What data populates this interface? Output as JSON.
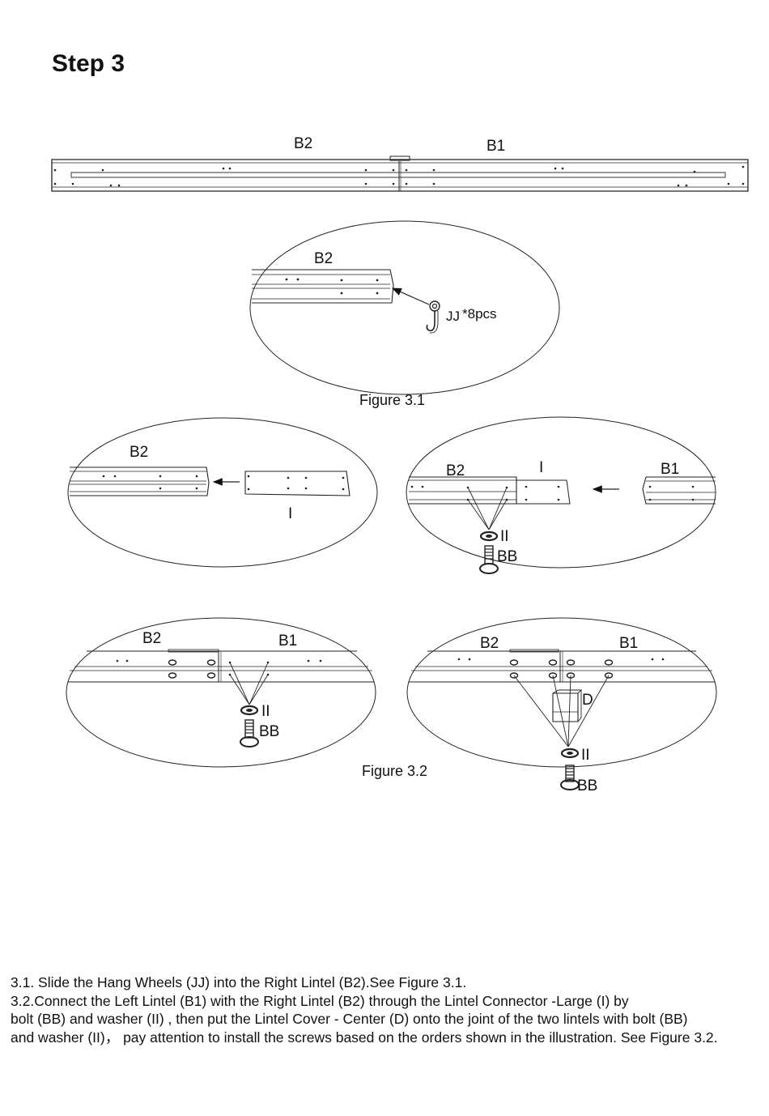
{
  "page": {
    "title": "Step 3"
  },
  "top_rail": {
    "left_label": "B2",
    "right_label": "B1"
  },
  "figure_3_1": {
    "part_label": "B2",
    "hook_label": "JJ",
    "quantity": "*8pcs",
    "caption": "Figure 3.1"
  },
  "figure_3_2": {
    "panel_a": {
      "rail_label": "B2",
      "connector_label": "I"
    },
    "panel_b": {
      "left_label": "B2",
      "connector_label": "I",
      "right_label": "B1",
      "washer_label": "II",
      "bolt_label": "BB"
    },
    "panel_c": {
      "left_label": "B2",
      "right_label": "B1",
      "washer_label": "II",
      "bolt_label": "BB"
    },
    "panel_d": {
      "left_label": "B2",
      "right_label": "B1",
      "cover_label": "D",
      "washer_label": "II",
      "bolt_label": "BB"
    },
    "caption": "Figure 3.2"
  },
  "instructions": [
    "3.1. Slide the Hang Wheels (JJ) into the Right Lintel (B2).See Figure 3.1.",
    "3.2.Connect the Left Lintel (B1) with the Right Lintel (B2) through the Lintel Connector -Large (I) by",
    "bolt (BB) and washer (II) , then put the Lintel Cover - Center (D) onto the joint of the two lintels with bolt (BB)",
    "and washer (II)， pay attention to install the screws based on the orders shown in the illustration. See Figure 3.2."
  ]
}
